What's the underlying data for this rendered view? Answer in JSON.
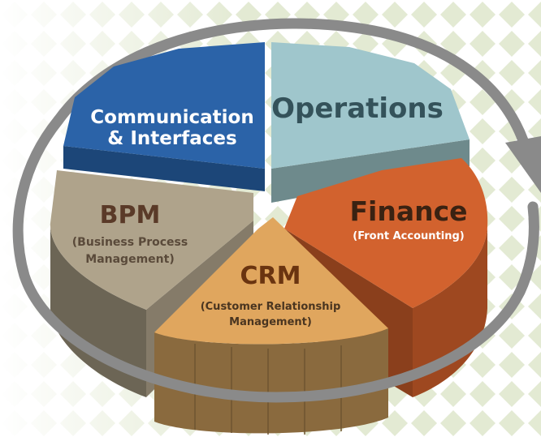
{
  "segments": {
    "communication": {
      "line1": "Communication",
      "line2": "& Interfaces",
      "color": "#2B63A8"
    },
    "operations": {
      "title": "Operations",
      "color": "#9FC6CC"
    },
    "finance": {
      "title": "Finance",
      "subtitle": "(Front Accounting)",
      "color": "#D2622E"
    },
    "bpm": {
      "title": "BPM",
      "sub1": "(Business Process",
      "sub2": "Management)",
      "color": "#AFA38B"
    },
    "crm": {
      "title": "CRM",
      "sub1": "(Customer Relationship",
      "sub2": "Management)",
      "color": "#E0A65E"
    }
  },
  "cycle_arrow": {
    "color": "#8A8A8A"
  },
  "background_pattern": {
    "color": "#E3EAD3"
  }
}
